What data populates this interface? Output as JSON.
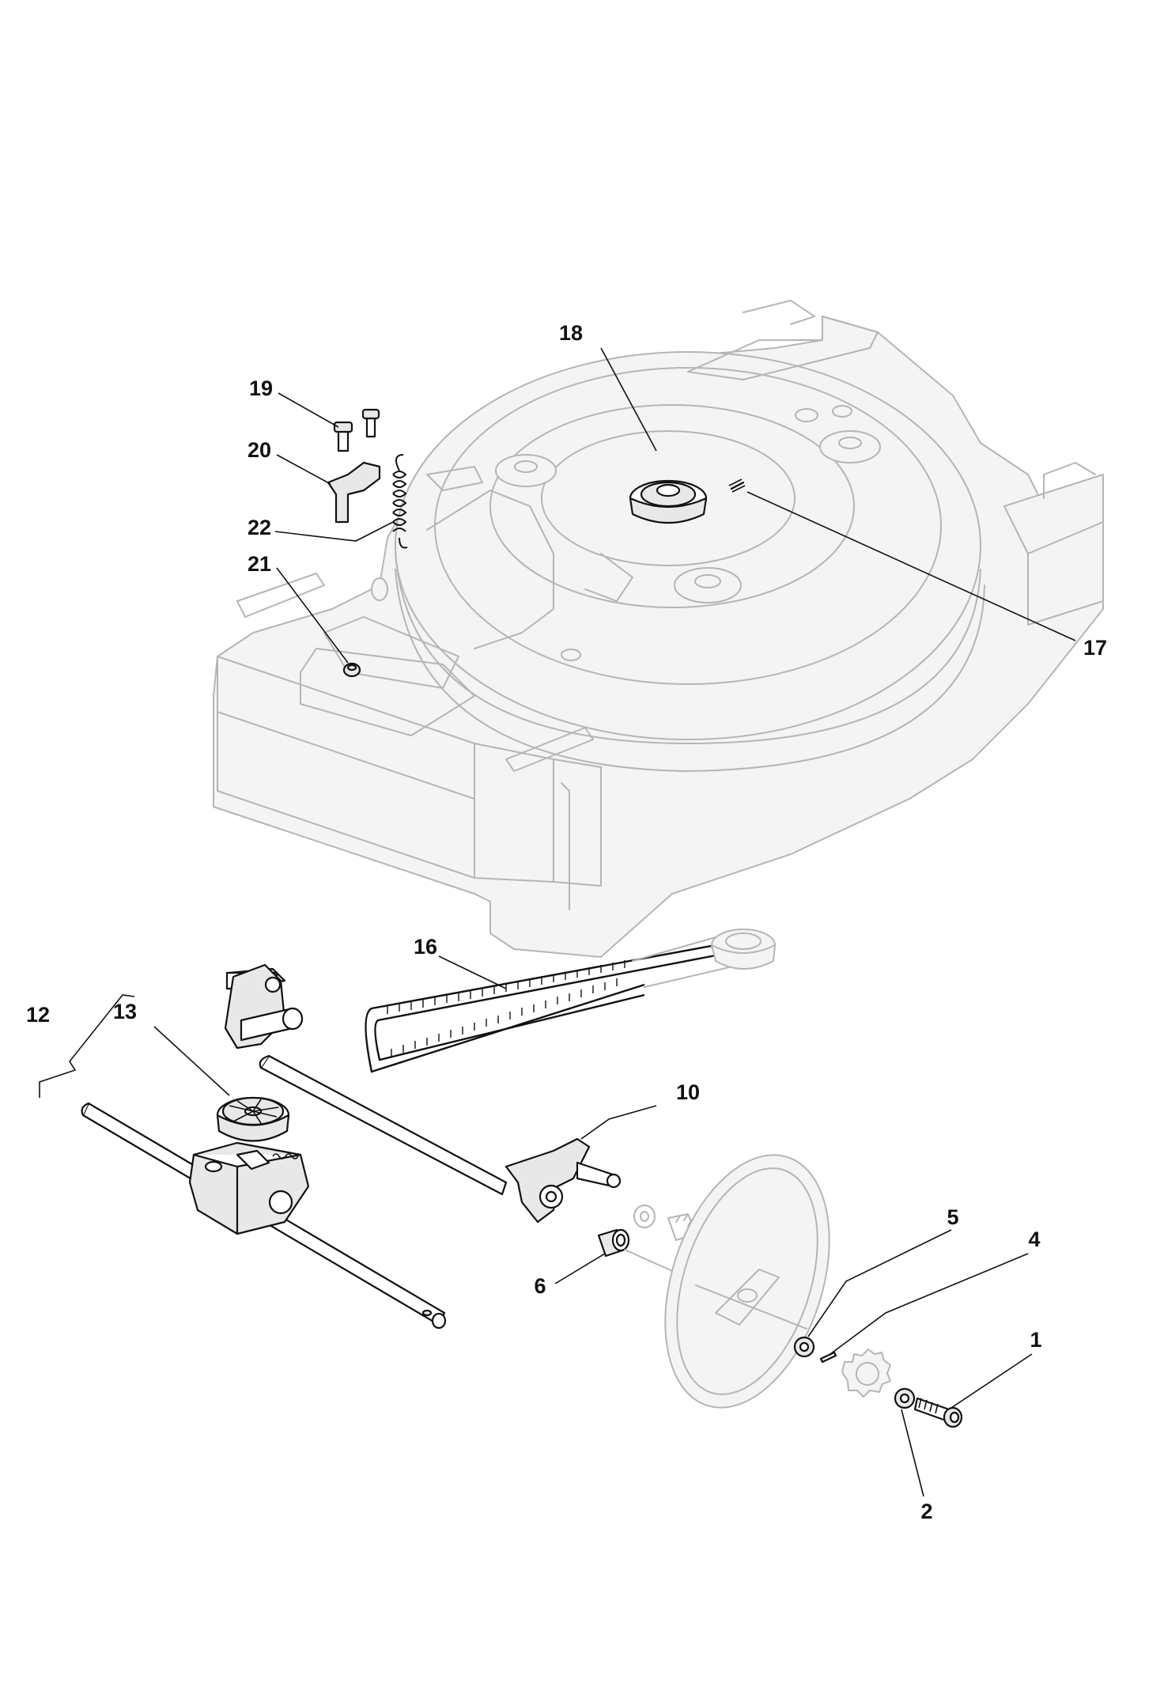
{
  "labels": [
    {
      "id": "18",
      "text": "18"
    },
    {
      "id": "19",
      "text": "19"
    },
    {
      "id": "20",
      "text": "20"
    },
    {
      "id": "22",
      "text": "22"
    },
    {
      "id": "21",
      "text": "21"
    },
    {
      "id": "17",
      "text": "17"
    },
    {
      "id": "16",
      "text": "16"
    },
    {
      "id": "12",
      "text": "12"
    },
    {
      "id": "13",
      "text": "13"
    },
    {
      "id": "10",
      "text": "10"
    },
    {
      "id": "5",
      "text": "5"
    },
    {
      "id": "4",
      "text": "4"
    },
    {
      "id": "6",
      "text": "6"
    },
    {
      "id": "1",
      "text": "1"
    },
    {
      "id": "2",
      "text": "2"
    }
  ]
}
